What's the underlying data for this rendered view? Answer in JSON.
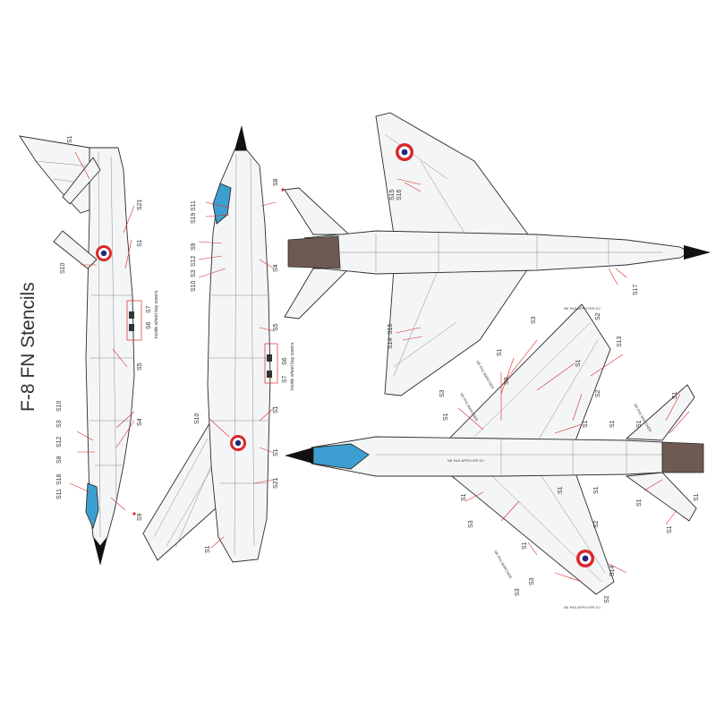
{
  "sheet": {
    "title": "F-8 FN Stencils"
  },
  "colors": {
    "outline": "#2b2b2b",
    "panel_line": "#8a8a8a",
    "leader": "#d9292b",
    "canopy": "#3d9fd1",
    "radome": "#111111",
    "nozzle": "#6e5a52",
    "roundel_blue": "#1d2a7a",
    "roundel_red": "#d9292b"
  },
  "views": {
    "side_left": {
      "labels": [
        "S1",
        "S21",
        "S1",
        "S10",
        "S5",
        "S4",
        "S10",
        "S3",
        "S12",
        "S8",
        "S11",
        "S18",
        "S9"
      ],
      "stencils": [
        "S7",
        "S6"
      ],
      "note": "Inside wheel bay covers"
    },
    "side_right": {
      "labels": [
        "S8",
        "S11",
        "S19",
        "S9",
        "S12",
        "S3",
        "S10",
        "S4",
        "S5",
        "S1",
        "S10",
        "S21",
        "S1",
        "S1"
      ],
      "stencils": [
        "S6",
        "S7"
      ],
      "note": "Inside wheel bay covers"
    },
    "top": {
      "labels": [
        "S15",
        "S16",
        "S17",
        "S14",
        "S15"
      ]
    },
    "bottom": {
      "labels": [
        "S3",
        "S1",
        "S1",
        "S3",
        "S3",
        "S1",
        "S2",
        "S13",
        "S2",
        "S1",
        "S1",
        "S1",
        "S1",
        "S1",
        "S1",
        "S1",
        "S3",
        "S3",
        "S1",
        "S3",
        "S2",
        "S14",
        "S2",
        "S1",
        "S1",
        "S1"
      ],
      "small_text": [
        "NE PAS APPUYER ICI",
        "NE PAS MARCHER",
        "NE PAS MARCHER",
        "NE PAS MARCHER",
        "NE PAS MARCHER",
        "NE PAS APPUYER ICI",
        "NE PAS APPUYER ICI"
      ]
    }
  }
}
